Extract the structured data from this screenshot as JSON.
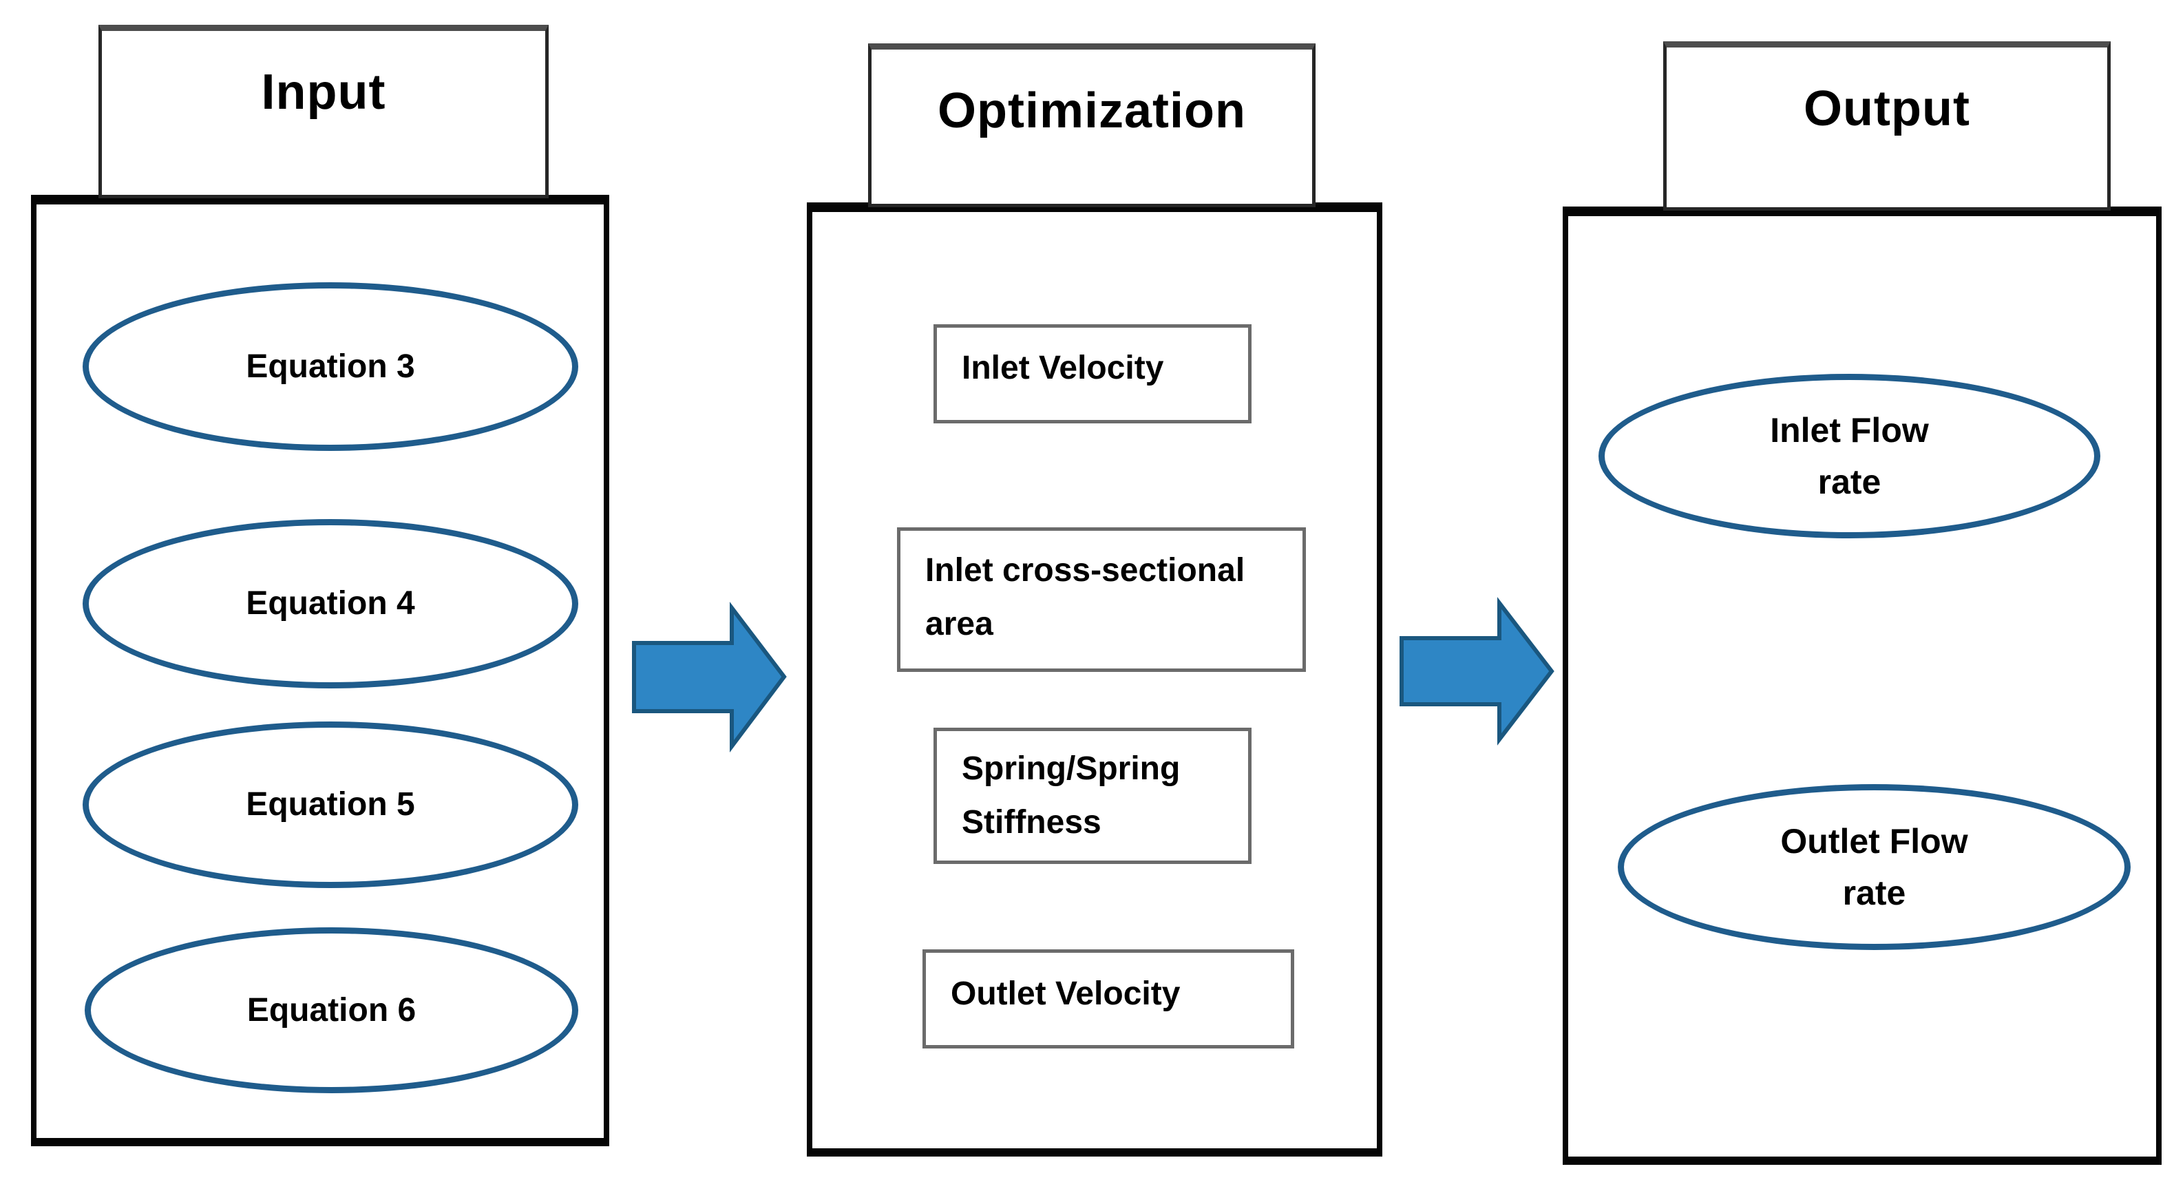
{
  "diagram": {
    "title_row": [
      "Input",
      "Optimization",
      "Output"
    ],
    "columns": [
      {
        "id": "input",
        "title": "Input",
        "node_shape": "ellipse",
        "items": [
          {
            "lines": [
              "Equation 3"
            ]
          },
          {
            "lines": [
              "Equation 4"
            ]
          },
          {
            "lines": [
              "Equation 5"
            ]
          },
          {
            "lines": [
              "Equation 6"
            ]
          }
        ]
      },
      {
        "id": "optimization",
        "title": "Optimization",
        "node_shape": "rectangle",
        "items": [
          {
            "lines": [
              "Inlet Velocity"
            ]
          },
          {
            "lines": [
              "Inlet cross-sectional",
              "area"
            ]
          },
          {
            "lines": [
              "Spring/Spring",
              "Stiffness"
            ]
          },
          {
            "lines": [
              "Outlet Velocity"
            ]
          }
        ]
      },
      {
        "id": "output",
        "title": "Output",
        "node_shape": "ellipse",
        "items": [
          {
            "lines": [
              "Inlet Flow",
              "rate"
            ]
          },
          {
            "lines": [
              "Outlet Flow",
              "rate"
            ]
          }
        ]
      }
    ],
    "arrows": [
      {
        "from": "Input",
        "to": "Optimization",
        "direction": "right"
      },
      {
        "from": "Optimization",
        "to": "Output",
        "direction": "right"
      }
    ],
    "colors": {
      "ellipse_stroke": "#1f5c8c",
      "arrow_fill": "#2e86c5",
      "arrow_stroke": "#1a577f",
      "panel_border": "#050505",
      "inner_box_border": "#6b6b6b",
      "text": "#000000",
      "background": "#ffffff"
    }
  }
}
